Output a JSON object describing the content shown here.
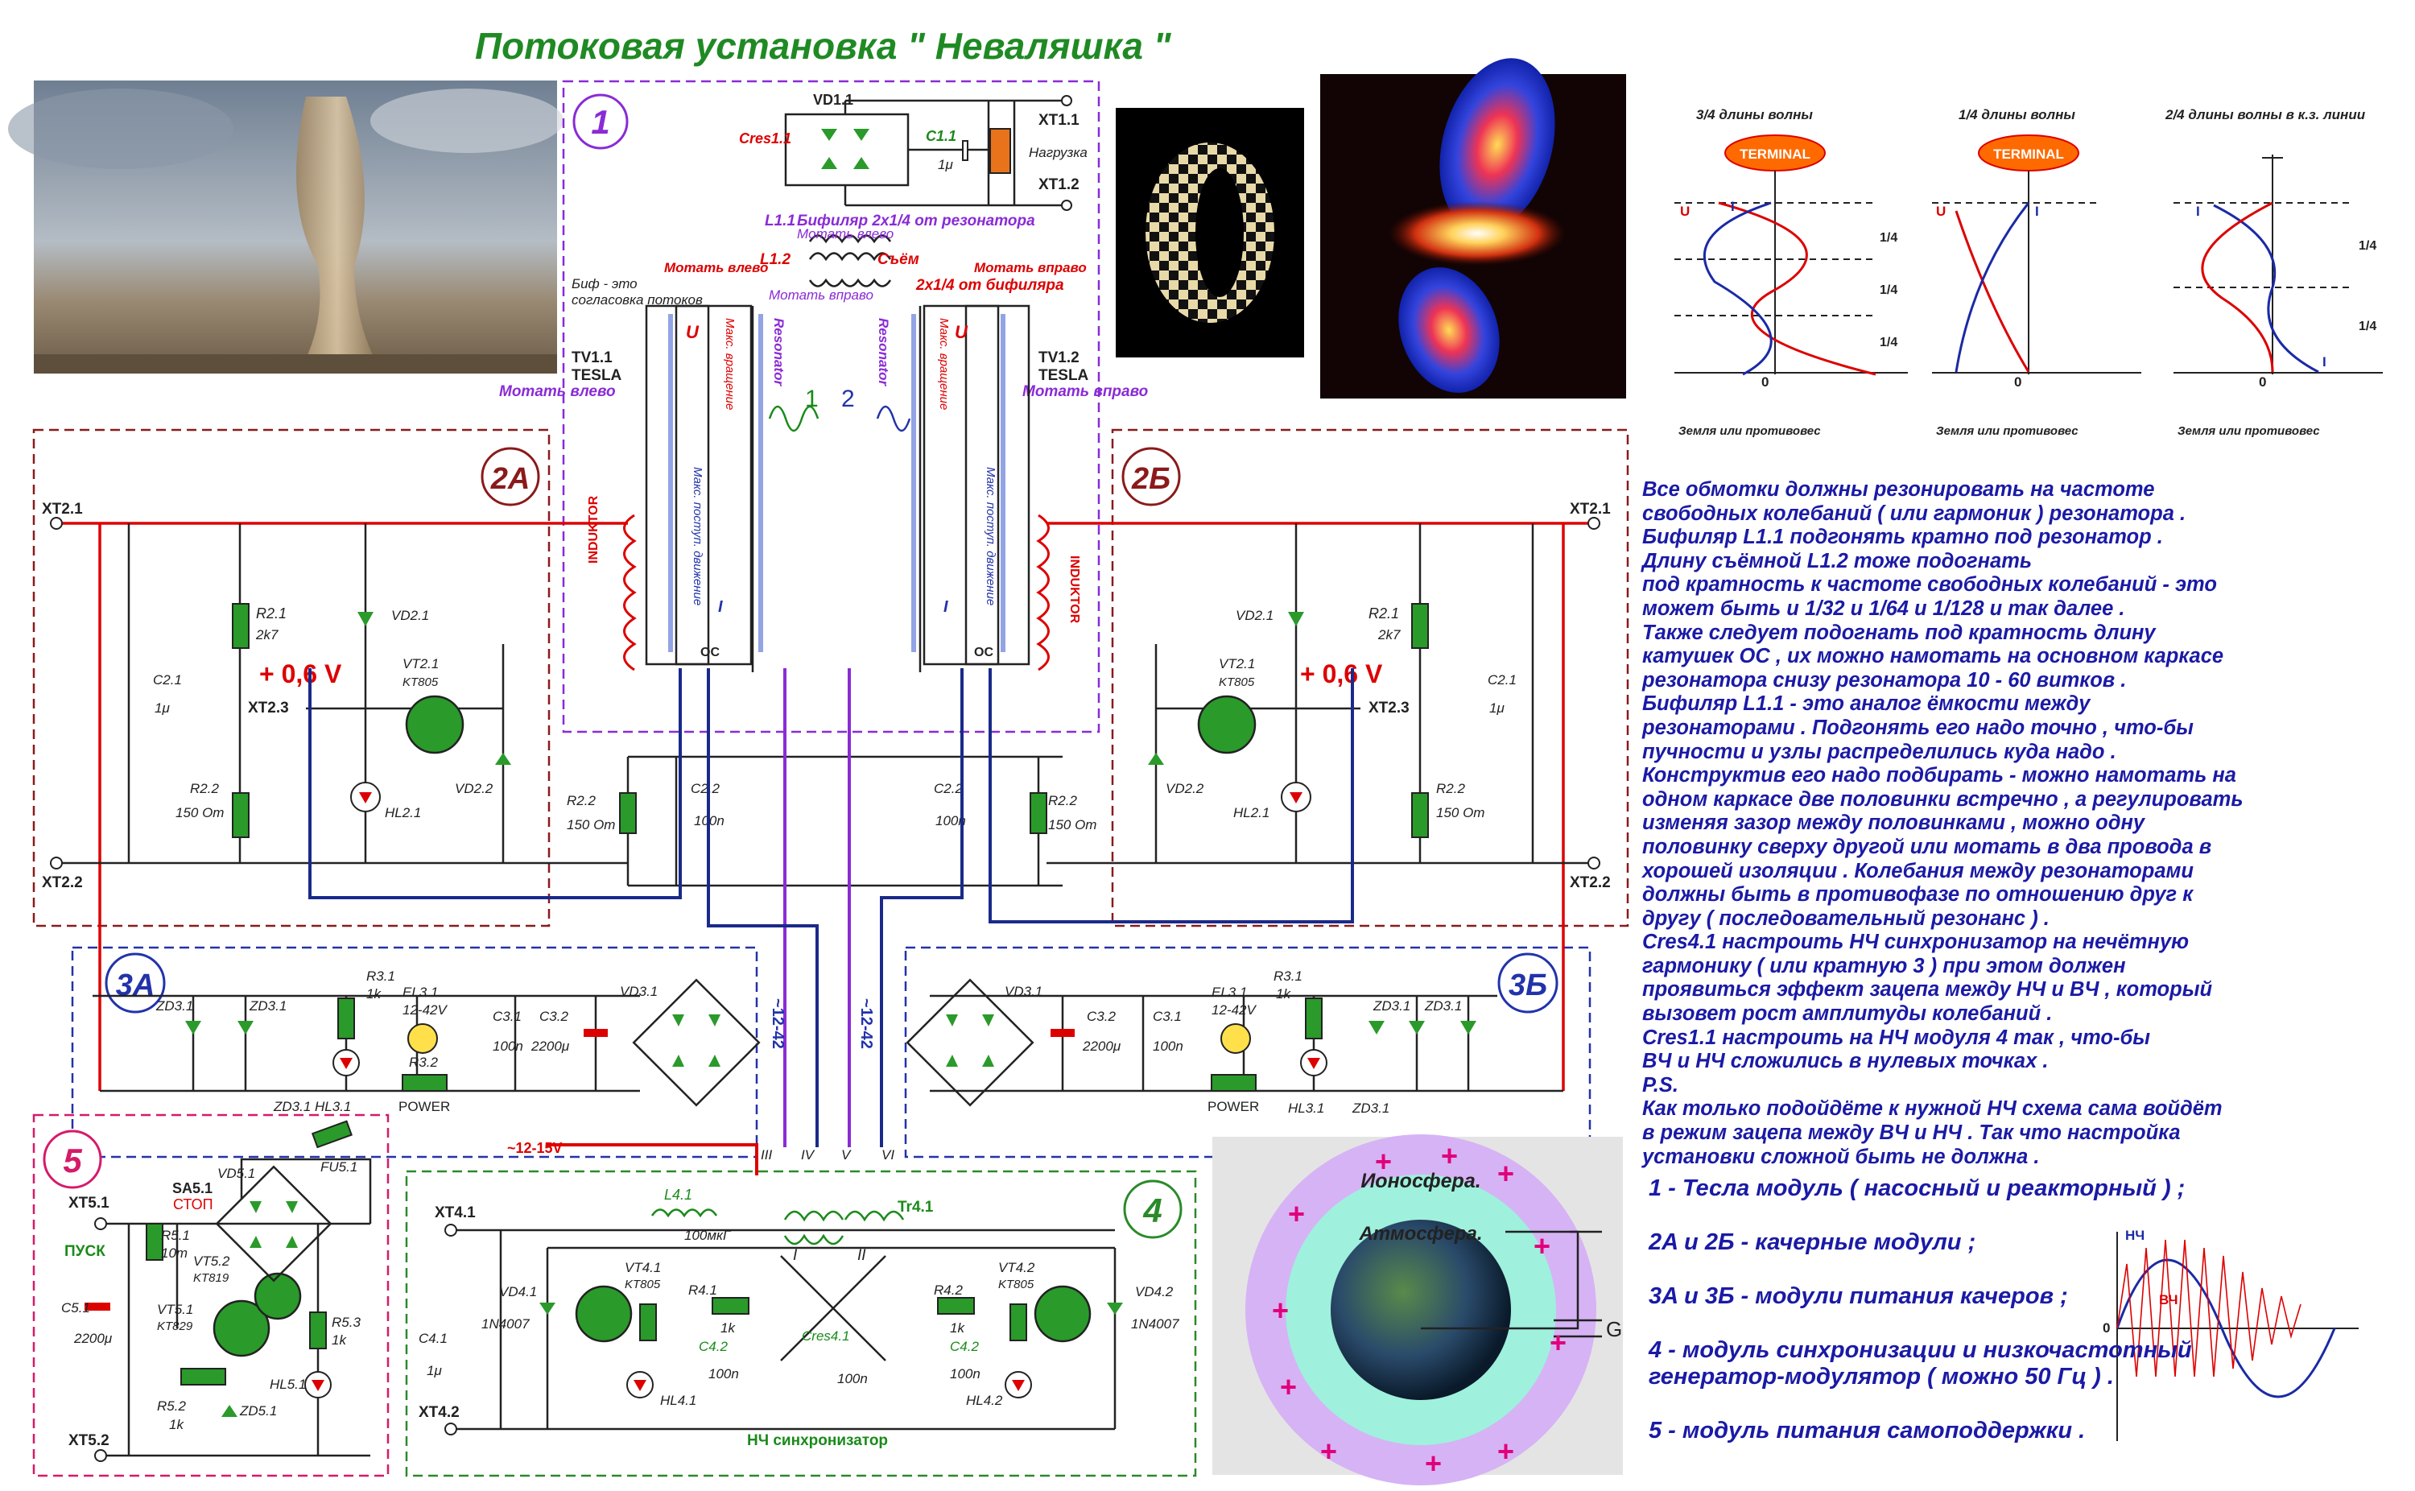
{
  "title": "Потоковая установка \" Неваляшка \"",
  "modules": {
    "m1": "1",
    "m2a": "2A",
    "m2b": "2Б",
    "m3a": "3A",
    "m3b": "3Б",
    "m4": "4",
    "m5": "5"
  },
  "module1": {
    "vd11": "VD1.1",
    "cres11": "Cres1.1",
    "c11": "C1.1",
    "c11v": "1μ",
    "xt11": "XT1.1",
    "xt12": "XT1.2",
    "load": "Нагрузка",
    "l11": "L1.1",
    "l11_desc": "Бифиляр 2x1/4 от резонатора",
    "wind_left": "Мотать влево",
    "wind_right": "Мотать вправо",
    "l12": "L1.2",
    "pickup": "Съём",
    "bif_note1": "Биф - это",
    "bif_note2": "согласовка потоков",
    "bif2": "2x1/4 от бифиляра",
    "tv11": "TV1.1",
    "tv12": "TV1.2",
    "tesla": "TESLA",
    "resonator": "Resonator",
    "max_rot": "Макс. вращение",
    "max_trans": "Макс. поступ. движение",
    "u": "U",
    "i": "I",
    "oc": "OC",
    "w1": "1",
    "w2": "2"
  },
  "module2a": {
    "xt21": "XT2.1",
    "xt22": "XT2.2",
    "xt23": "XT2.3",
    "r21": "R2.1",
    "r21v": "2k7",
    "vd21": "VD2.1",
    "vd22": "VD2.2",
    "vt21": "VT2.1",
    "vt21t": "KT805",
    "c21": "C2.1",
    "c21v": "1μ",
    "voltage": "+ 0,6 V",
    "r22": "R2.2",
    "r22v": "150 Om",
    "hl21": "HL2.1",
    "c22": "C2.2",
    "c22v": "100n",
    "inductor": "INDUKTOR"
  },
  "module3": {
    "zd31": "ZD3.1",
    "r31": "R3.1",
    "r31v": "1k",
    "el31": "EL3.1",
    "el31v": "12-42V",
    "c31": "C3.1",
    "c31v": "100n",
    "c32": "C3.2",
    "c32v": "2200μ",
    "vd31": "VD3.1",
    "r32": "R3.2",
    "power": "POWER",
    "hl31": "HL3.1",
    "ac": "~12-42",
    "plus": "+"
  },
  "module5": {
    "xt51": "XT5.1",
    "xt52": "XT5.2",
    "start": "ПУСК",
    "sa51": "SA5.1",
    "stop": "СТОП",
    "vd51": "VD5.1",
    "fu51": "FU5.1",
    "r51": "R5.1",
    "r51v": "10m",
    "vt52": "VT5.2",
    "vt52t": "KT819",
    "vt51": "VT5.1",
    "vt51t": "KT829",
    "c51": "C5.1",
    "c51v": "2200μ",
    "r52": "R5.2",
    "r52v": "1k",
    "zd51": "ZD5.1",
    "r53": "R5.3",
    "r53v": "1k",
    "hl51": "HL5.1",
    "ac": "~12-15V",
    "zd_hl": "ZD3.1 HL3.1"
  },
  "module4": {
    "xt41": "XT4.1",
    "xt42": "XT4.2",
    "l41": "L4.1",
    "l41v": "100мкГ",
    "tr41": "Tr4.1",
    "vd41": "VD4.1",
    "vd41t": "1N4007",
    "vt41": "VT4.1",
    "vt41t": "KT805",
    "r41": "R4.1",
    "r41v": "1k",
    "c42": "C4.2",
    "c42v": "100n",
    "cres41": "Cres4.1",
    "cres41v": "100n",
    "c41": "C4.1",
    "c41v": "1μ",
    "r42": "R4.2",
    "r42v": "1k",
    "vt42": "VT4.2",
    "vt42t": "KT805",
    "vd42": "VD4.2",
    "vd42t": "1N4007",
    "hl41": "HL4.1",
    "hl42": "HL4.2",
    "sync": "НЧ синхронизатор",
    "wI": "I",
    "wII": "II",
    "wIII": "III",
    "wIV": "IV",
    "wV": "V",
    "wVI": "VI"
  },
  "wave_diagrams": [
    {
      "title": "3/4 длины волны",
      "terminal": "TERMINAL",
      "ground": "Земля или противовес"
    },
    {
      "title": "1/4 длины волны",
      "terminal": "TERMINAL",
      "ground": "Земля или противовес"
    },
    {
      "title": "2/4 длины волны в к.з. линии",
      "ground": "Земля или противовес"
    }
  ],
  "wave_labels": {
    "quarter": "1/4",
    "u": "U",
    "i": "I",
    "zero": "0"
  },
  "earth": {
    "ionosphere": "Ионосфера.",
    "atmosphere": "Атмосфера.",
    "g": "G"
  },
  "freq_plot": {
    "lf": "НЧ",
    "hf": "ВЧ",
    "zero": "0"
  },
  "notes": [
    " Все обмотки должны резонировать на частоте",
    "свободных колебаний ( или гармоник ) резонатора .",
    "Бифиляр L1.1 подгонять кратно под резонатор .",
    "Длину съёмной L1.2 тоже подогнать",
    "под кратность к частоте свободных колебаний - это",
    "может быть и 1/32 и 1/64 и 1/128 и так далее .",
    "Также следует подогнать под кратность длину",
    "катушек ОС , их можно намотать на основном каркасе",
    "резонатора снизу резонатора 10 - 60 витков .",
    "Бифиляр L1.1 - это аналог ёмкости между",
    "резонаторами . Подгонять его надо точно , что-бы",
    "пучности и узлы распределились куда надо .",
    "Конструктив его надо подбирать - можно намотать на",
    "одном каркасе две половинки встречно , а регулировать",
    "изменяя зазор между половинками , можно одну",
    "половинку сверху другой или мотать в два провода в",
    "хорошей изоляции . Колебания между резонаторами",
    "должны быть в противофазе по отношению друг к",
    "другу ( последовательный резонанс ) .",
    "Cres4.1 настроить НЧ синхронизатор на нечётную",
    "гармонику ( или кратную 3 ) при этом должен",
    "проявиться эффект зацепа между НЧ и ВЧ , который",
    "вызовет рост амплитуды колебаний .",
    "Cres1.1 настроить на НЧ  модуля 4 так , что-бы",
    "ВЧ и НЧ сложились в нулевых точках .",
    "P.S.",
    "Как только подойдёте к нужной НЧ схема сама войдёт",
    "в режим зацепа между ВЧ и НЧ . Так что настройка",
    "установки сложной быть не должна ."
  ],
  "legend": [
    "1 - Тесла модуль ( насосный и реакторный ) ;",
    "2A и 2Б - качерные модули ;",
    "3A и 3Б - модули питания качеров ;",
    "4 - модуль синхронизации и низкочастотный",
    "генератор-модулятор ( можно 50 Гц ) .",
    "5 - модуль питания самоподдержки ."
  ]
}
